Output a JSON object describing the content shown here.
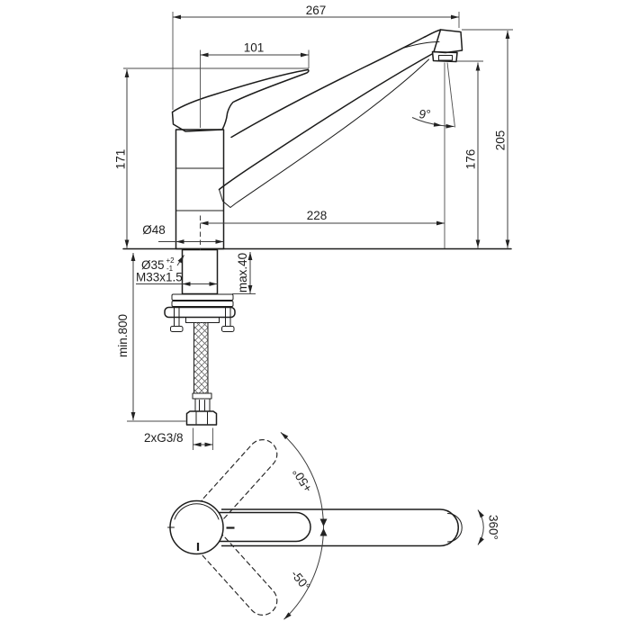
{
  "drawing": {
    "title_hint": "faucet-dimension-drawing",
    "dims": {
      "overall_length": "267",
      "handle_length": "101",
      "handle_height": "171",
      "total_height": "205",
      "spout_outlet_height": "176",
      "spout_reach": "228",
      "stream_angle": "9°",
      "body_diameter": "Ø48",
      "hole_diameter": "Ø35",
      "hole_tol_plus": "+2",
      "hole_tol_minus": "-1",
      "shank_thread": "M33x1.5",
      "max_deck": "max.40",
      "min_clearance": "min.800",
      "hose_threads": "2xG3/8"
    },
    "top_view": {
      "handle_up": "+50°",
      "handle_down": "-50°",
      "spout_swivel": "360°"
    },
    "colors": {
      "object_line": "#1c1c1b",
      "dim_line": "#3d3d3d",
      "background": "#ffffff"
    }
  }
}
